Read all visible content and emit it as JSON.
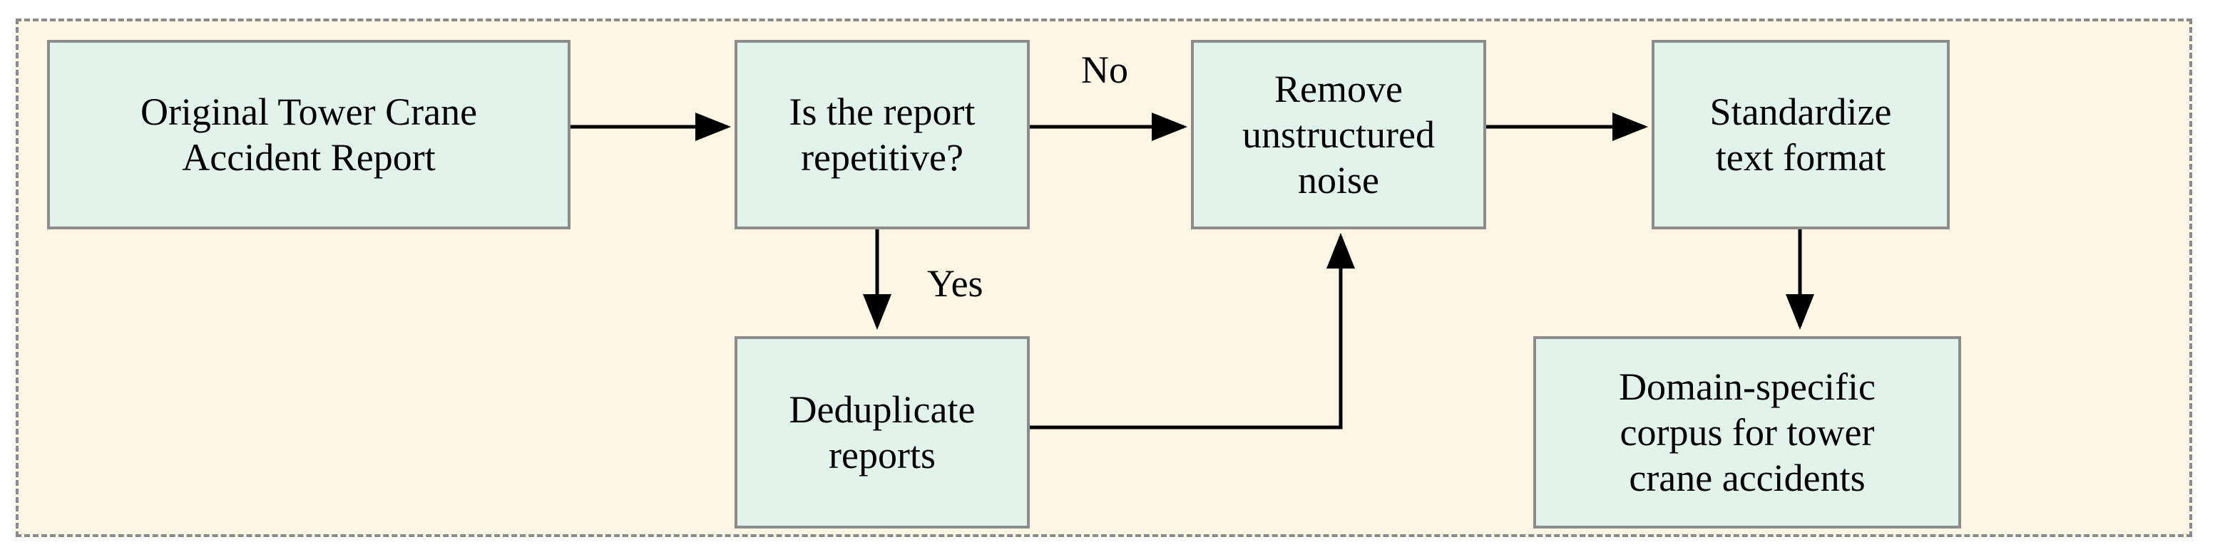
{
  "nodes": {
    "original_report": "Original Tower Crane\nAccident Report",
    "is_repetitive": "Is the report\nrepetitive?",
    "remove_noise": "Remove\nunstructured\nnoise",
    "standardize": "Standardize\ntext format",
    "deduplicate": "Deduplicate\nreports",
    "domain_corpus": "Domain-specific\ncorpus for tower\ncrane accidents"
  },
  "edge_labels": {
    "no": "No",
    "yes": "Yes"
  },
  "colors": {
    "box_fill": "#e2f3ec",
    "box_border": "#8c8c8c",
    "background": "#fef6e4",
    "frame_border": "#8a8a8a",
    "arrow": "#000000"
  }
}
